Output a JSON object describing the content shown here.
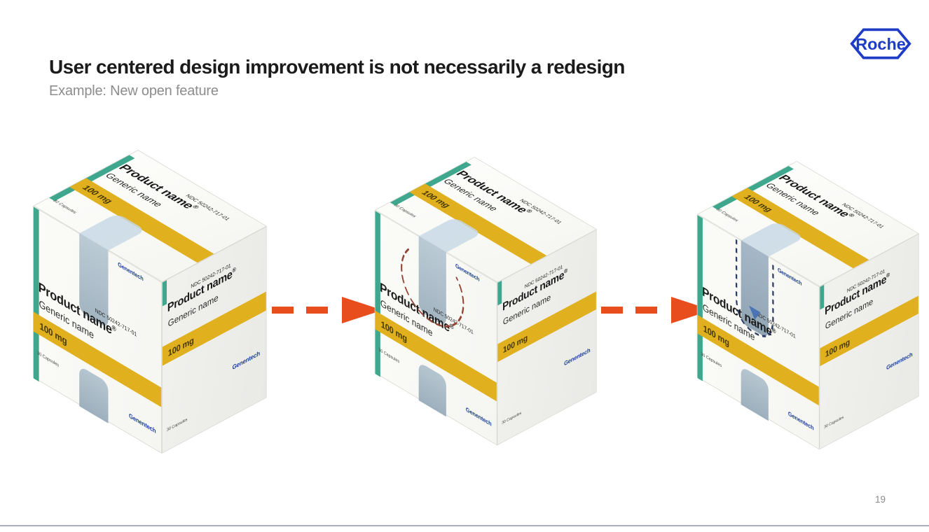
{
  "slide": {
    "title": "User centered design improvement is not necessarily a redesign",
    "subtitle": "Example: New open feature",
    "page_number": "19"
  },
  "brand": {
    "logo_text": "Roche"
  },
  "package_label": {
    "product_name": "Product name",
    "registered_mark": "®",
    "generic_name": "Generic name",
    "ndc_code": "NDC 50242-717-01",
    "dose": "100 mg",
    "capsule_count": "30 Capsules",
    "manufacturer": "Genentech"
  },
  "stages": [
    {
      "name": "current-package"
    },
    {
      "name": "open-area-highlighted"
    },
    {
      "name": "new-open-feature"
    }
  ],
  "colors": {
    "roche_blue": "#1f3cc6",
    "teal_stripe": "#3fa78d",
    "dose_band_yellow": "#e0b01e",
    "genentech_blue": "#1c3f9b",
    "arrow_orange": "#e84e1d",
    "highlight_circle_red": "#944334",
    "tear_outline_navy": "#2b3d66",
    "tape_blue_gray": "#b4c3cf"
  },
  "icons": {
    "roche_logo": "hexagon-outline-wordmark",
    "stage_arrow": "dashed-right-arrow",
    "tear_arrow": "down-triangle"
  }
}
